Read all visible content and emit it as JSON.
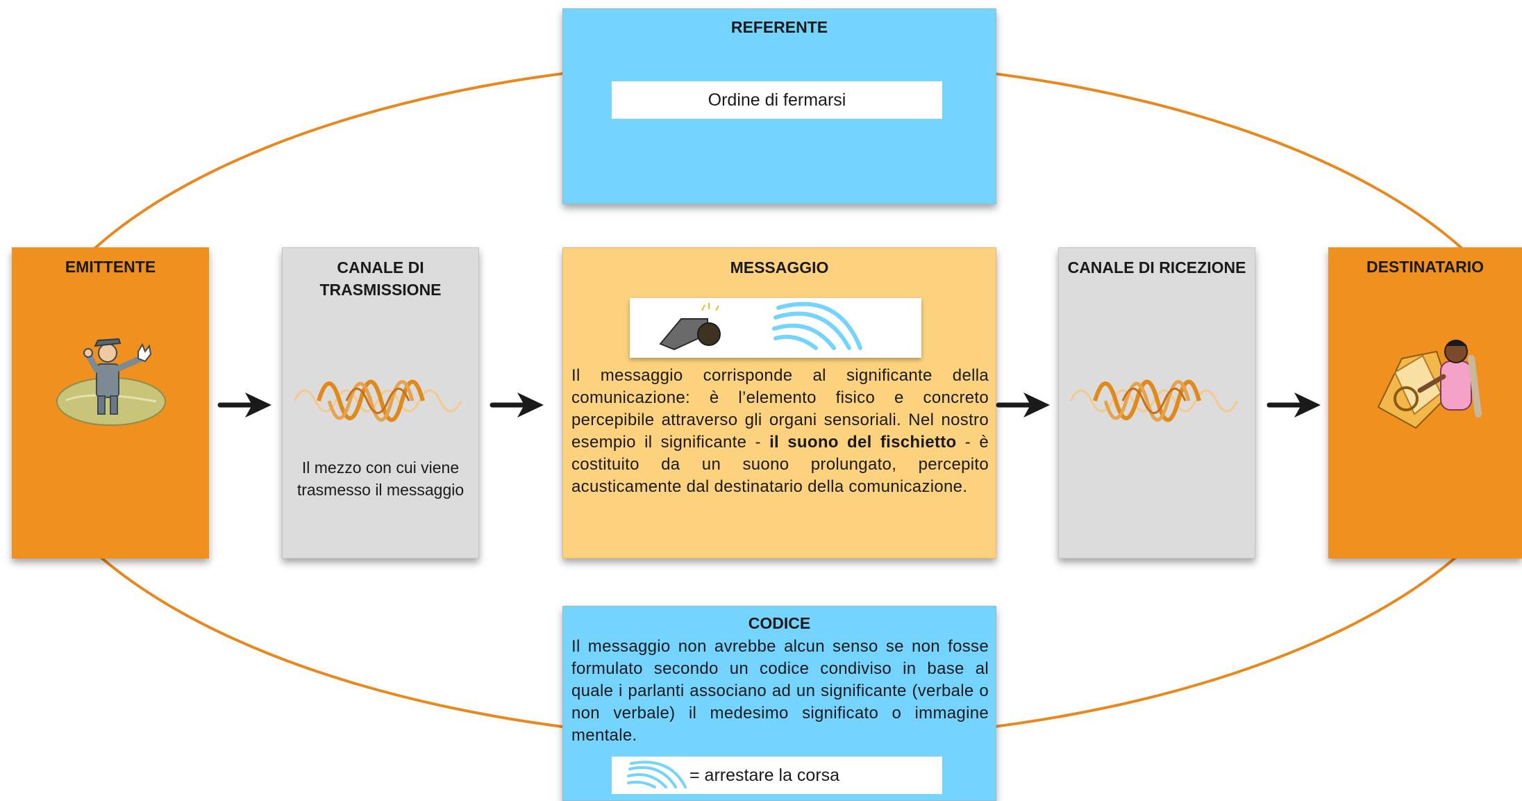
{
  "colors": {
    "orange": "#f0901e",
    "blue": "#74d4fe",
    "yellow": "#fdd27e",
    "gray": "#dcdcdd",
    "ellipse": "#e8891f"
  },
  "referente": {
    "title": "REFERENTE",
    "value": "Ordine di fermarsi"
  },
  "emittente": {
    "title": "EMITTENTE",
    "icon": "traffic-officer-icon"
  },
  "canale_trasmissione": {
    "title_line1": "CANALE DI",
    "title_line2": "TRASMISSIONE",
    "icon": "sound-wave-icon",
    "text": "Il mezzo con cui viene trasmesso il messaggio"
  },
  "messaggio": {
    "title": "MESSAGGIO",
    "icons": [
      "whistle-icon",
      "sound-waves-icon"
    ],
    "text_before": "Il messaggio corrisponde al significante della comunicazione: è l’elemento fisico e concreto percepibile attraverso gli organi sensoriali. Nel nostro esempio il significante - ",
    "text_bold": "il suono del fischietto",
    "text_after": " - è costituito da un suono prolungato, percepito acusticamente dal destinatario  della comunicazione."
  },
  "canale_ricezione": {
    "title": "CANALE DI RICEZIONE",
    "icon": "sound-wave-icon"
  },
  "destinatario": {
    "title": "DESTINATARIO",
    "icon": "driver-in-car-icon"
  },
  "codice": {
    "title": "CODICE",
    "text": "Il messaggio non avrebbe alcun senso se non fosse formulato secondo un codice condiviso in base al quale i parlanti associano ad un significante (verbale o non verbale) il medesimo significato o immagine mentale.",
    "legend_icon": "sound-waves-icon",
    "legend_text": "= arrestare la corsa"
  }
}
